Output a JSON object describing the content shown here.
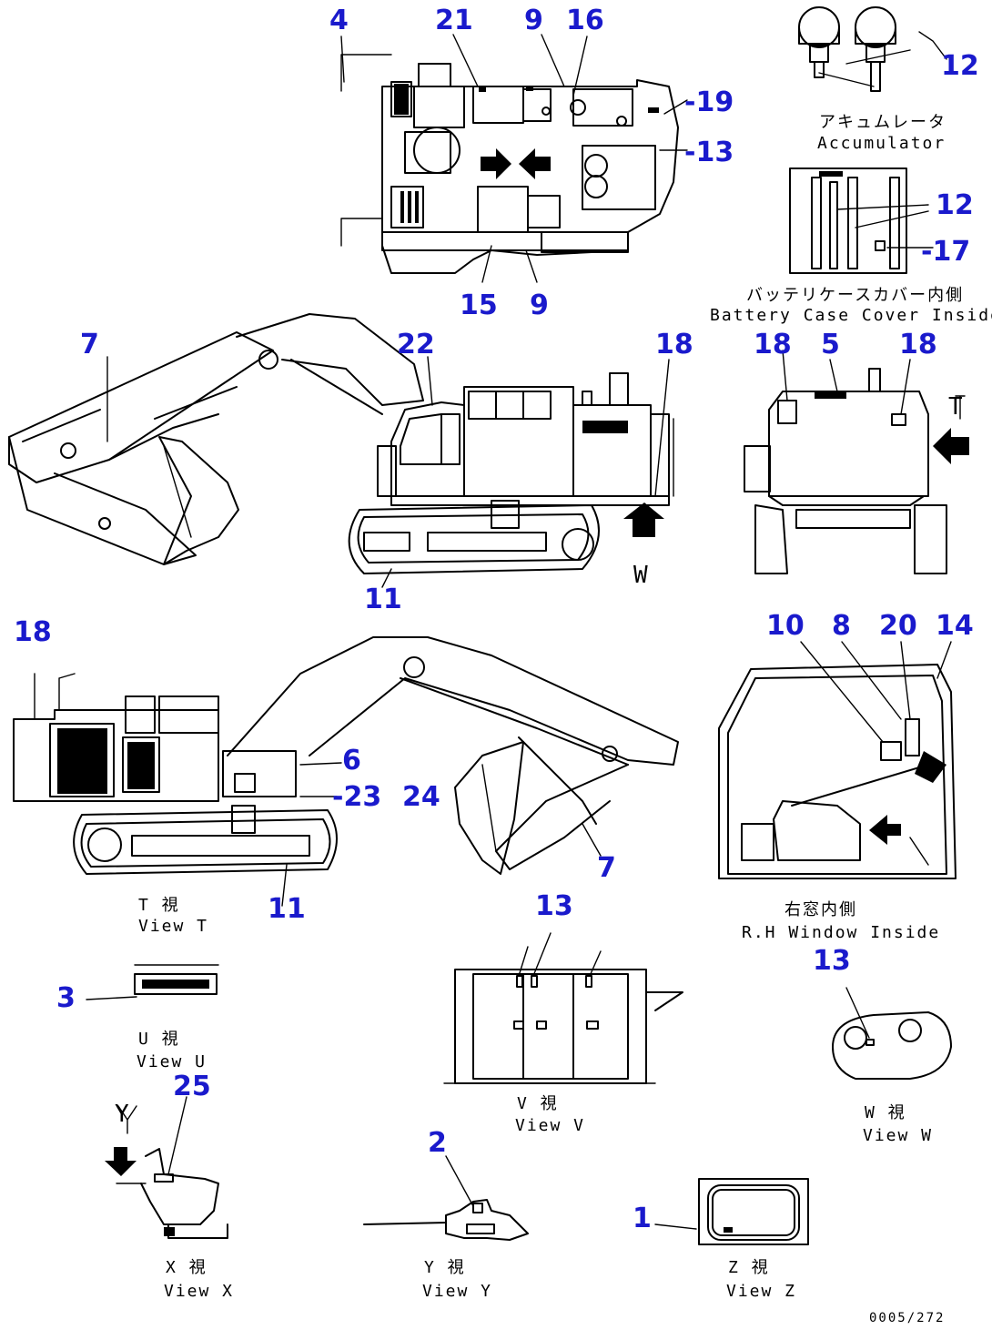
{
  "callouts": {
    "c4": "4",
    "c21": "21",
    "c9a": "9",
    "c16": "16",
    "c12a": "12",
    "c19": "-19",
    "c13a": "-13",
    "c12b": "12",
    "c17": "-17",
    "c15": "15",
    "c9b": "9",
    "c7a": "7",
    "c22": "22",
    "c18a": "18",
    "c18b": "18",
    "c5": "5",
    "c18c": "18",
    "c11a": "11",
    "c18d": "18",
    "c10": "10",
    "c8": "8",
    "c20": "20",
    "c14": "14",
    "c6": "6",
    "c23": "-23",
    "c24": "24",
    "c7b": "7",
    "c11b": "11",
    "c13b": "13",
    "c13c": "13",
    "c3": "3",
    "c25": "25",
    "c2": "2",
    "c1": "1"
  },
  "captions": {
    "accum_jp": "アキュムレータ",
    "accum_en": "Accumulator",
    "battery_jp": "バッテリケースカバー内側",
    "battery_en": "Battery Case Cover Inside",
    "viewT_jp": "T 視",
    "viewT_en": "View T",
    "rhwin_jp": "右窓内側",
    "rhwin_en": "R.H  Window Inside",
    "viewU_jp": "U 視",
    "viewU_en": "View U",
    "viewV_jp": "V 視",
    "viewV_en": "View V",
    "viewW_jp": "W 視",
    "viewW_en": "View W",
    "viewX_jp": "X 視",
    "viewX_en": "View X",
    "viewY_jp": "Y 視",
    "viewY_en": "View Y",
    "viewZ_jp": "Z 視",
    "viewZ_en": "View Z"
  },
  "view_letters": {
    "W": "W",
    "T": "T",
    "Y": "Y"
  },
  "footer": {
    "code": "0005/272"
  },
  "colors": {
    "callout": "#1a1acc",
    "line": "#000000"
  }
}
